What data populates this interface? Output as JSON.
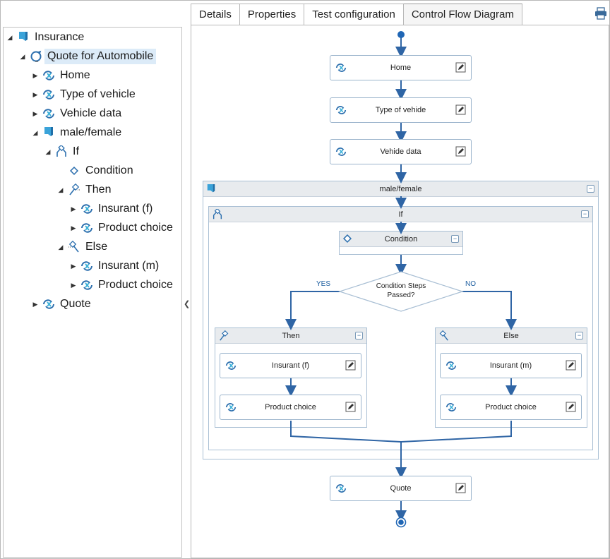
{
  "tabs": [
    {
      "label": "Details"
    },
    {
      "label": "Properties"
    },
    {
      "label": "Test configuration"
    },
    {
      "label": "Control Flow Diagram"
    }
  ],
  "tree": {
    "root": "Insurance",
    "items": [
      {
        "label": "Quote for Automobile"
      },
      {
        "label": "Home"
      },
      {
        "label": "Type of vehicle"
      },
      {
        "label": "Vehicle data"
      },
      {
        "label": "male/female"
      },
      {
        "label": "If"
      },
      {
        "label": "Condition"
      },
      {
        "label": "Then"
      },
      {
        "label": "Insurant (f)"
      },
      {
        "label": "Product choice"
      },
      {
        "label": "Else"
      },
      {
        "label": "Insurant (m)"
      },
      {
        "label": "Product choice"
      },
      {
        "label": "Quote"
      }
    ]
  },
  "diagram": {
    "steps": {
      "home": "Home",
      "type_of_vehicle": "Type of vehide",
      "vehicle_data": "Vehide data",
      "insurant_f": "Insurant (f)",
      "product_choice_then": "Product choice",
      "insurant_m": "Insurant (m)",
      "product_choice_else": "Product choice",
      "quote": "Quote"
    },
    "groups": {
      "male_female": "male/female",
      "if": "If",
      "condition": "Condition",
      "then": "Then",
      "else": "Else"
    },
    "decision": {
      "line1": "Condition Steps",
      "line2": "Passed?",
      "yes": "YES",
      "no": "NO"
    },
    "collapse_glyph": "−"
  },
  "colors": {
    "wire": "#2f65a5",
    "accent": "#1f8fd0",
    "selection": "#dcebf8"
  }
}
